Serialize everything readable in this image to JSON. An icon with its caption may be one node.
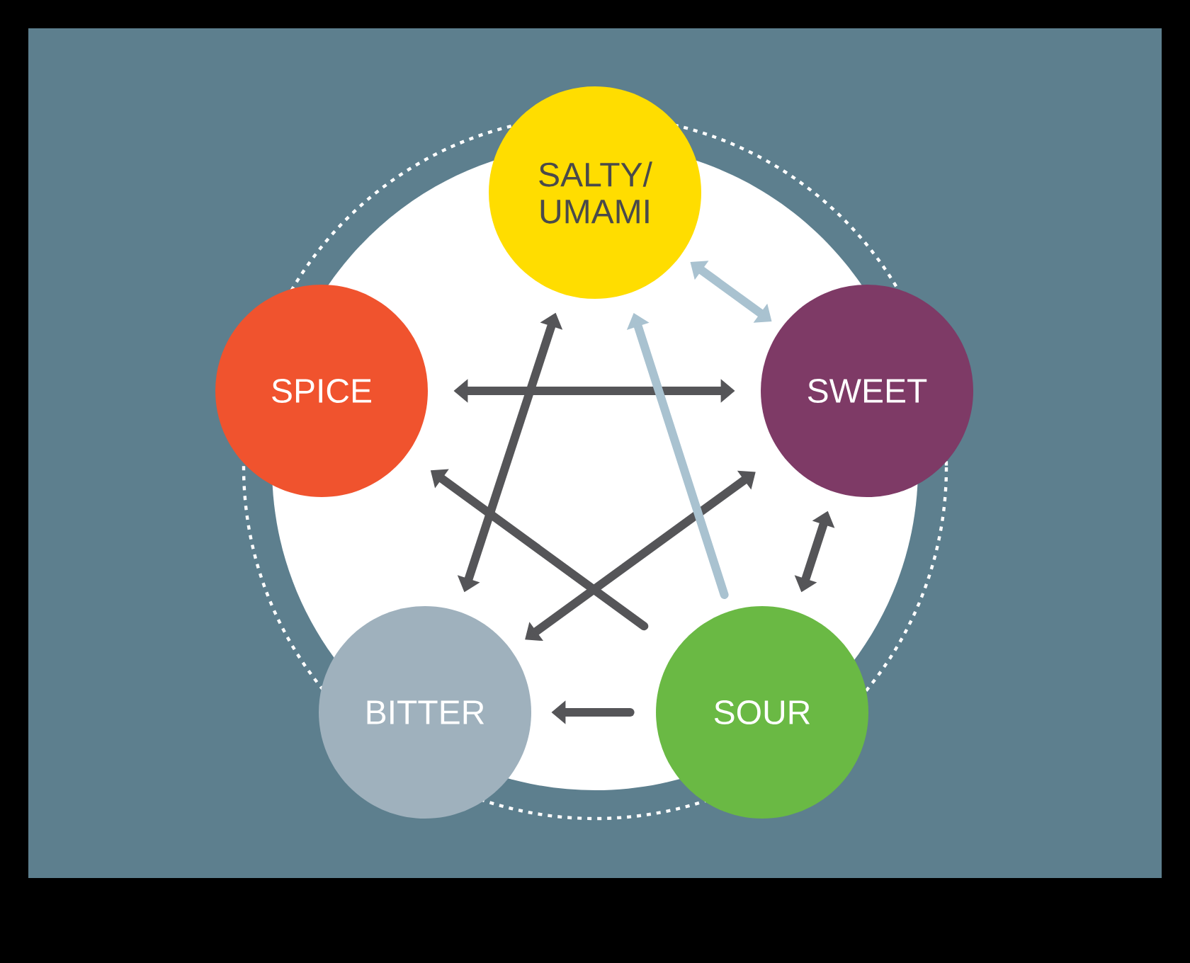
{
  "diagram": {
    "nodes": [
      {
        "text": [
          "SALTY/ UMAMI"
        ]
      },
      {
        "text": [
          "SPICE"
        ]
      },
      {
        "text": [
          "SWEET"
        ]
      },
      {
        "text": [
          "BITTER"
        ]
      },
      {
        "text": [
          "SOUR"
        ]
      }
    ],
    "edges": [
      {
        "from": 0,
        "to": 2,
        "arrow": "both",
        "color": "#a9c2d0"
      },
      {
        "from": 1,
        "to": 2,
        "arrow": "both"
      },
      {
        "from": 4,
        "to": 1,
        "arrow": "to"
      },
      {
        "from": 3,
        "to": 0,
        "arrow": "both"
      },
      {
        "from": 2,
        "to": 3,
        "arrow": "both"
      },
      {
        "from": 4,
        "to": 0,
        "arrow": "to",
        "color": "#a9c2d0"
      },
      {
        "from": 2,
        "to": 4,
        "arrow": "both"
      },
      {
        "from": 4,
        "to": 3,
        "arrow": "to"
      }
    ]
  }
}
